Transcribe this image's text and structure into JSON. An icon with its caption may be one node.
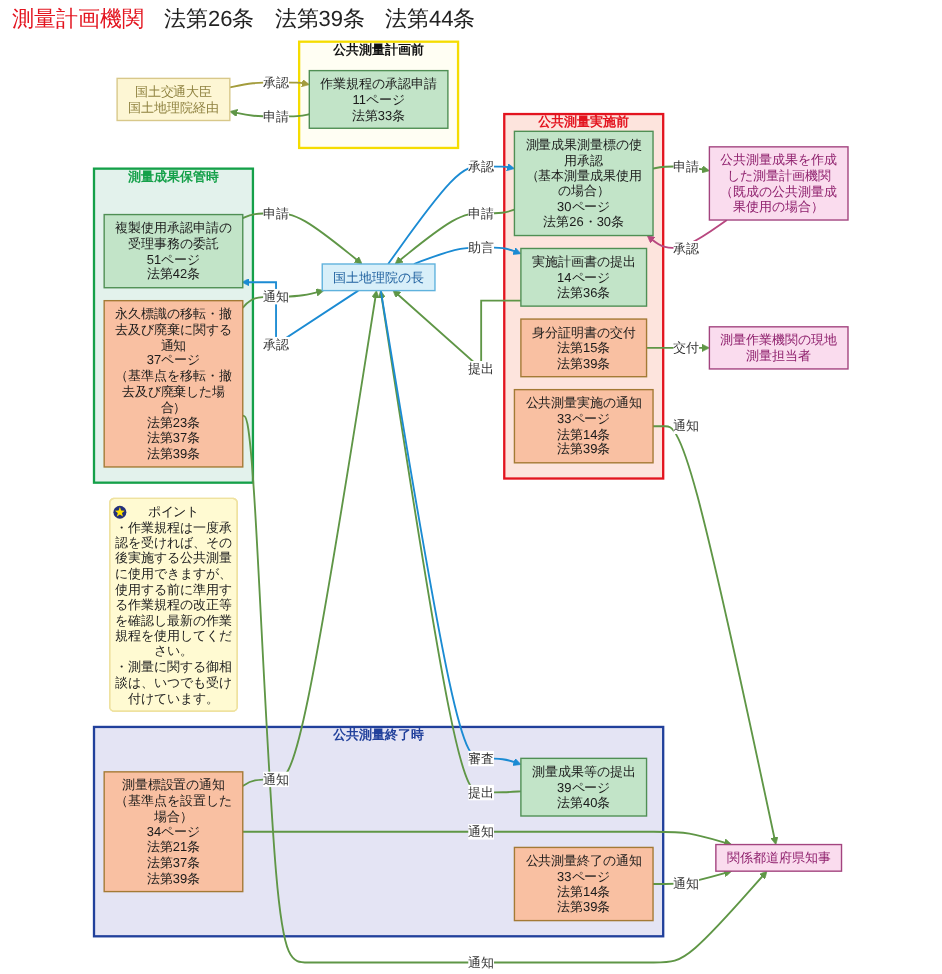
{
  "diagram": {
    "nodes": [
      {
        "text": [
          "国土交通大臣",
          "国土地理院経由"
        ]
      },
      {
        "text": [
          "国土地理院の長"
        ]
      },
      {
        "text": [
          "公共測量計画前"
        ]
      },
      {
        "text": [
          "作業規程の承認申請",
          "11ページ",
          "法第33条"
        ],
        "in": 2
      },
      {
        "text": [
          "公共測量実施前"
        ]
      },
      {
        "text": [
          "測量成果測量標の使用承認",
          "（基本測量成果使用の場合）",
          "30ページ",
          "法第26・30条"
        ],
        "in": 4
      },
      {
        "text": [
          "実施計画書の提出",
          "14ページ",
          "法第36条"
        ],
        "in": 4
      },
      {
        "text": [
          "身分証明書の交付",
          "法第15条",
          "法第39条"
        ],
        "in": 4
      },
      {
        "text": [
          "公共測量実施の通知",
          "33ページ",
          "法第14条",
          "法第39条"
        ],
        "in": 4
      },
      {
        "text": [
          "公共測量終了時"
        ]
      },
      {
        "text": [
          "測量成果等の提出",
          "39ページ",
          "法第40条"
        ],
        "in": 9
      },
      {
        "text": [
          "測量標設置の通知",
          "（基準点を設置した場合）",
          "34ページ",
          "法第21条",
          "法第37条",
          "法第39条"
        ],
        "in": 9
      },
      {
        "text": [
          "公共測量終了の通知",
          "33ページ",
          "法第14条",
          "法第39条"
        ],
        "in": 9
      },
      {
        "text": [
          "測量成果保管時"
        ]
      },
      {
        "text": [
          "複製使用承認申請の受理事務の委託",
          "51ページ",
          "法第42条"
        ],
        "in": 13
      },
      {
        "text": [
          "永久標識の移転・撤去及び廃棄に関する通知",
          "37ページ",
          "（基準点を移転・撤去及び廃棄した場合）",
          "法第23条",
          "法第37条",
          "法第39条"
        ],
        "in": 13
      },
      {
        "text": [
          "ポイント",
          "・作業規程は一度承認を受ければ、その後実施する公共測量に使用できますが、使用する前に準用する作業規程の改正等を確認し最新の作業規程を使用してください。",
          "・測量に関する御相談は、いつでも受け付けています。"
        ]
      },
      {
        "text": [
          "公共測量成果を作成した測量計画機関",
          "（既成の公共測量成果使用の場合）"
        ]
      },
      {
        "text": [
          "測量作業機関の現地測量担当者"
        ]
      },
      {
        "text": [
          "関係都道府県知事"
        ]
      }
    ],
    "edges": [
      {
        "from": 3,
        "to": 0,
        "arrow": "to",
        "label": "申請"
      },
      {
        "from": 0,
        "to": 3,
        "arrow": "to",
        "label": "承認",
        "color": "#a39c3c"
      },
      {
        "from": 5,
        "to": 1,
        "arrow": "to",
        "label": "申請"
      },
      {
        "from": 1,
        "to": 5,
        "arrow": "to",
        "label": "承認",
        "color": "#1b8bd3"
      },
      {
        "from": 6,
        "to": 1,
        "arrow": "to",
        "label": "提出"
      },
      {
        "from": 1,
        "to": 6,
        "arrow": "to",
        "label": "助言",
        "color": "#1b8bd3"
      },
      {
        "from": 11,
        "to": 1,
        "arrow": "to",
        "label": "通知"
      },
      {
        "from": 10,
        "to": 1,
        "arrow": "to",
        "label": "提出"
      },
      {
        "from": 1,
        "to": 10,
        "arrow": "to",
        "label": "審査",
        "color": "#1b8bd3"
      },
      {
        "from": 14,
        "to": 1,
        "arrow": "to",
        "label": "申請"
      },
      {
        "from": 1,
        "to": 14,
        "arrow": "to",
        "label": "承認",
        "color": "#1b8bd3"
      },
      {
        "from": 15,
        "to": 1,
        "arrow": "to",
        "label": "通知"
      },
      {
        "from": 5,
        "to": 17,
        "arrow": "to",
        "label": "申請"
      },
      {
        "from": 17,
        "to": 5,
        "arrow": "to",
        "label": "承認",
        "color": "#b8477f"
      },
      {
        "from": 7,
        "to": 18,
        "arrow": "to",
        "label": "交付"
      },
      {
        "from": 8,
        "to": 19,
        "arrow": "to",
        "label": "通知"
      },
      {
        "from": 11,
        "to": 19,
        "arrow": "to",
        "label": "通知"
      },
      {
        "from": 12,
        "to": 19,
        "arrow": "to",
        "label": "通知"
      },
      {
        "from": 15,
        "to": 19,
        "arrow": "to",
        "label": "通知"
      }
    ],
    "labels": [
      "測量計画機関",
      "法第26条",
      "法第39条",
      "法第44条"
    ]
  }
}
